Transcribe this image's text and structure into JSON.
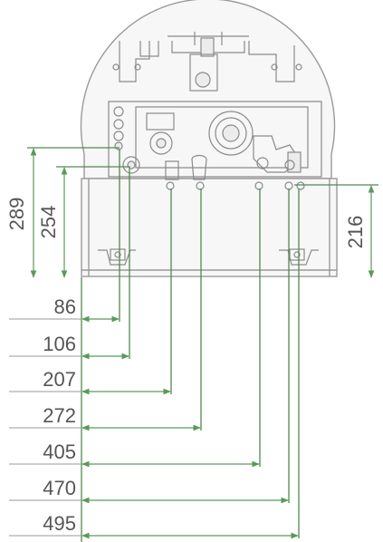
{
  "colors": {
    "dimension": "#5a9a5a",
    "outline": "#9a9a9a",
    "text": "#555555"
  },
  "vertical_dimensions": {
    "d289": "289",
    "d254": "254",
    "d216": "216"
  },
  "horizontal_dimensions": [
    {
      "label": "86"
    },
    {
      "label": "106"
    },
    {
      "label": "207"
    },
    {
      "label": "272"
    },
    {
      "label": "405"
    },
    {
      "label": "470"
    },
    {
      "label": "495"
    }
  ]
}
